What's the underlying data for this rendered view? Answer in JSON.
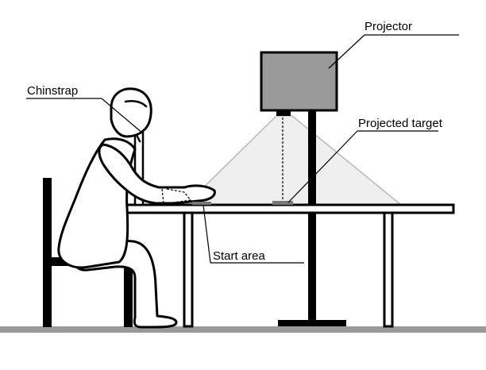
{
  "labels": {
    "projector": "Projector",
    "chinstrap": "Chinstrap",
    "projected_target": "Projected target",
    "start_area": "Start area"
  },
  "colors": {
    "projector_body": "#999999",
    "light_cone": "#efefef",
    "cone_edge": "#b8b8b8",
    "floor": "#9a9a9a",
    "ink": "#000000"
  }
}
